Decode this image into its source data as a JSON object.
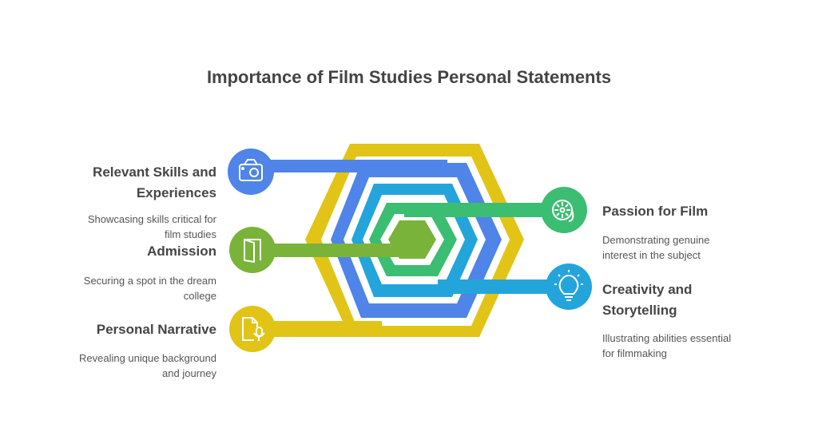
{
  "title": "Importance of Film Studies Personal Statements",
  "colors": {
    "yellow": "#e2c416",
    "blue": "#4f84e8",
    "cyan": "#23a5dc",
    "green": "#3bbd72",
    "olive": "#7ab33a"
  },
  "items": [
    {
      "id": "relevant-skills",
      "label_lines": [
        "Relevant Skills and",
        "Experiences"
      ],
      "desc_lines": [
        "Showcasing skills critical for",
        "film studies"
      ],
      "icon": "camera-icon",
      "color": "#4f84e8"
    },
    {
      "id": "admission",
      "label_lines": [
        "Admission"
      ],
      "desc_lines": [
        "Securing a spot in the dream",
        "college"
      ],
      "icon": "door-icon",
      "color": "#7ab33a"
    },
    {
      "id": "personal-narrative",
      "label_lines": [
        "Personal Narrative"
      ],
      "desc_lines": [
        "Revealing unique background",
        "and journey"
      ],
      "icon": "document-mic-icon",
      "color": "#e2c416"
    },
    {
      "id": "passion-for-film",
      "label_lines": [
        "Passion for Film"
      ],
      "desc_lines": [
        "Demonstrating genuine",
        "interest in the subject"
      ],
      "icon": "film-reel-icon",
      "color": "#3bbd72"
    },
    {
      "id": "creativity",
      "label_lines": [
        "Creativity and",
        "Storytelling"
      ],
      "desc_lines": [
        "Illustrating abilities essential",
        "for filmmaking"
      ],
      "icon": "lightbulb-icon",
      "color": "#23a5dc"
    }
  ]
}
